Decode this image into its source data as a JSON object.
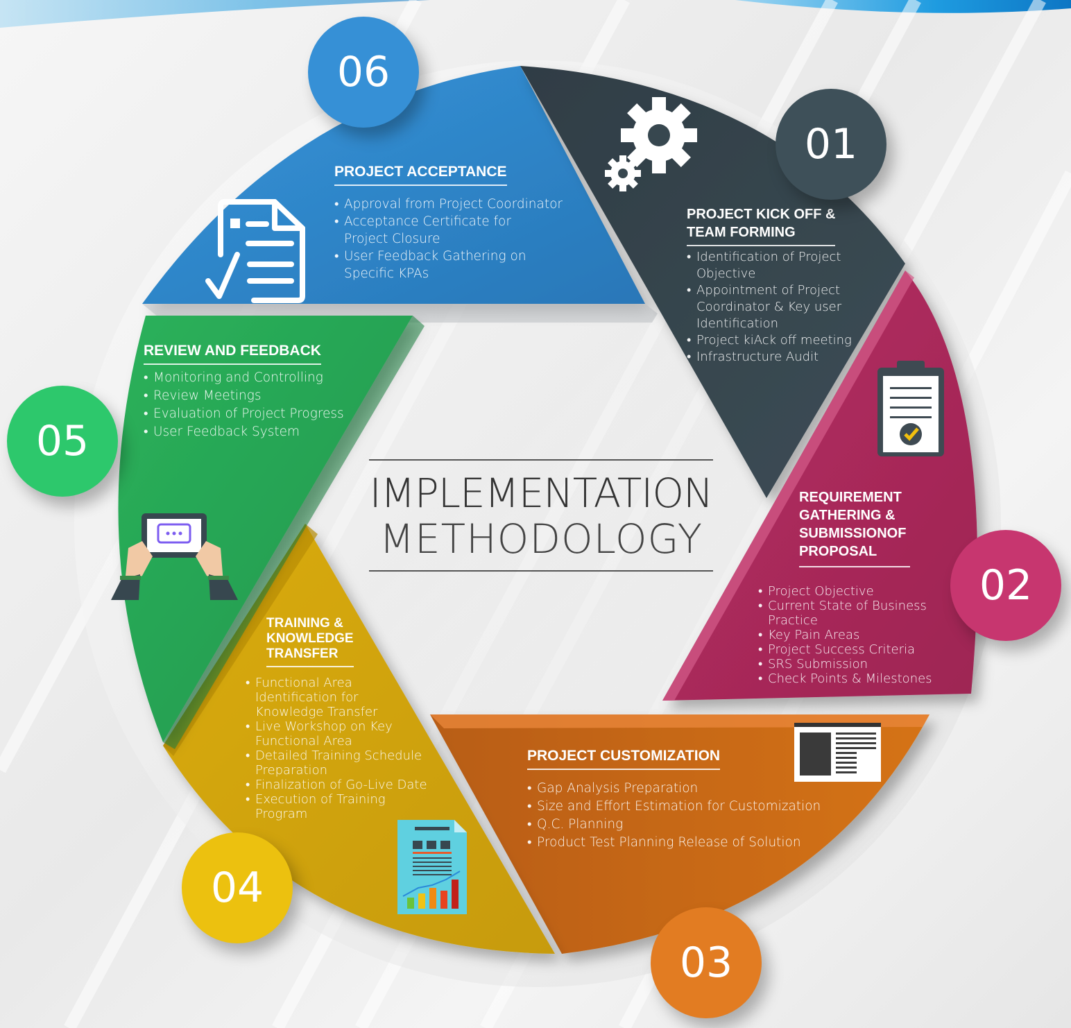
{
  "title": {
    "line1": "IMPLEMENTATION",
    "line2": "METHODOLOGY"
  },
  "colors": {
    "step01": "#37474f",
    "step02": "#c0396b",
    "step03": "#d06c17",
    "step04": "#d6a90c",
    "step05": "#27a957",
    "step06": "#2f86c9"
  },
  "steps": [
    {
      "number": "01",
      "heading_line1": "PROJECT KICK OFF &",
      "heading_line2": "TEAM FORMING",
      "icon": "gears-icon",
      "bullets": [
        "Identification of Project Objective",
        "Appointment of Project Coordinator   & Key user Identification",
        "Project kiAck off meeting",
        "Infrastructure Audit"
      ]
    },
    {
      "number": "02",
      "heading_line1": "REQUIREMENT",
      "heading_line2": "GATHERING &",
      "heading_line3": "SUBMISSIONOF",
      "heading_line4": "PROPOSAL",
      "icon": "clipboard-check-icon",
      "bullets": [
        "Project Objective",
        "Current State of Business Practice",
        "Key Pain Areas",
        "Project Success Criteria",
        "SRS Submission",
        "Check Points & Milestones"
      ]
    },
    {
      "number": "03",
      "heading_line1": "PROJECT CUSTOMIZATION",
      "icon": "document-layout-icon",
      "bullets": [
        "Gap Analysis Preparation",
        "Size and Effort Estimation for Customization",
        "Q.C. Planning",
        "Product Test Planning Release of Solution"
      ]
    },
    {
      "number": "04",
      "heading_line1": "TRAINING &",
      "heading_line2": "KNOWLEDGE",
      "heading_line3": "TRANSFER",
      "icon": "report-chart-icon",
      "bullets": [
        "Functional Area Identification for Knowledge Transfer",
        "Live Workshop on Key Functional  Area",
        "Detailed Training Schedule Preparation",
        "Finalization of Go-Live Date",
        "Execution of Training Program"
      ]
    },
    {
      "number": "05",
      "heading_line1": "REVIEW AND FEEDBACK",
      "icon": "tablet-chat-icon",
      "bullets": [
        "Monitoring and Controlling",
        "Review Meetings",
        "Evaluation of Project Progress",
        "User Feedback System"
      ]
    },
    {
      "number": "06",
      "heading_line1": "PROJECT ACCEPTANCE",
      "icon": "document-check-icon",
      "bullets": [
        "Approval from Project  Coordinator",
        "Acceptance Certificate for Project Closure",
        "User Feedback Gathering on Specific KPAs"
      ]
    }
  ]
}
